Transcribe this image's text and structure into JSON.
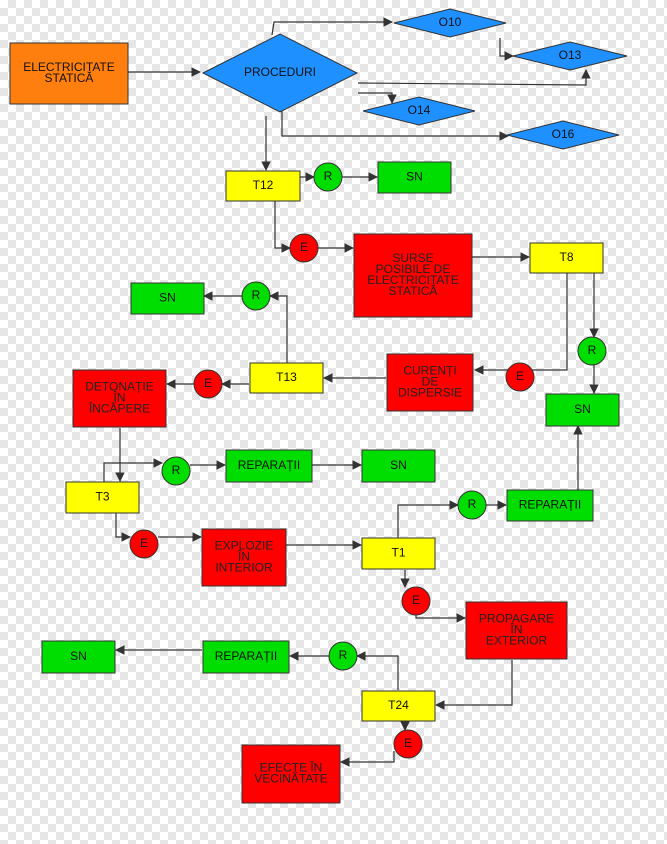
{
  "colors": {
    "orange": "#ff7f0e",
    "blue": "#1e90ff",
    "yellow": "#ffff00",
    "green": "#00dd00",
    "red": "#ff0000",
    "line": "#333333"
  },
  "nodes": {
    "electricitate": [
      "ELECTRICITATE",
      "STATICĂ"
    ],
    "proceduri": [
      "PROCEDURI"
    ],
    "o10": [
      "O10"
    ],
    "o13": [
      "O13"
    ],
    "o14": [
      "O14"
    ],
    "o16": [
      "O16"
    ],
    "t12": [
      "T12"
    ],
    "r_t12": [
      "R"
    ],
    "sn_t12": [
      "SN"
    ],
    "e_t12": [
      "E"
    ],
    "surse": [
      "SURSE",
      "POSIBILE DE",
      "ELECTRICITATE",
      "STATICĂ"
    ],
    "t8": [
      "T8"
    ],
    "r_t8": [
      "R"
    ],
    "sn_t8": [
      "SN"
    ],
    "e_t8": [
      "E"
    ],
    "curenti": [
      "CURENȚI",
      "DE",
      "DISPERSIE"
    ],
    "t13": [
      "T13"
    ],
    "r_t13": [
      "R"
    ],
    "sn_t13": [
      "SN"
    ],
    "e_t13": [
      "E"
    ],
    "detonatie": [
      "DETONAȚIE",
      "ÎN",
      "ÎNCĂPERE"
    ],
    "t3": [
      "T3"
    ],
    "r_t3": [
      "R"
    ],
    "rep_t3": [
      "REPARAȚII"
    ],
    "sn_t3": [
      "SN"
    ],
    "e_t3": [
      "E"
    ],
    "explozie": [
      "EXPLOZIE",
      "ÎN",
      "INTERIOR"
    ],
    "t1": [
      "T1"
    ],
    "r_t1": [
      "R"
    ],
    "rep_t1": [
      "REPARAȚII"
    ],
    "e_t1": [
      "E"
    ],
    "propagare": [
      "PROPAGARE",
      "ÎN",
      "EXTERIOR"
    ],
    "t24": [
      "T24"
    ],
    "r_t24": [
      "R"
    ],
    "rep_t24": [
      "REPARAȚII"
    ],
    "sn_t24": [
      "SN"
    ],
    "e_t24": [
      "E"
    ],
    "efecte": [
      "EFECTE ÎN",
      "VECINĂTATE"
    ]
  }
}
